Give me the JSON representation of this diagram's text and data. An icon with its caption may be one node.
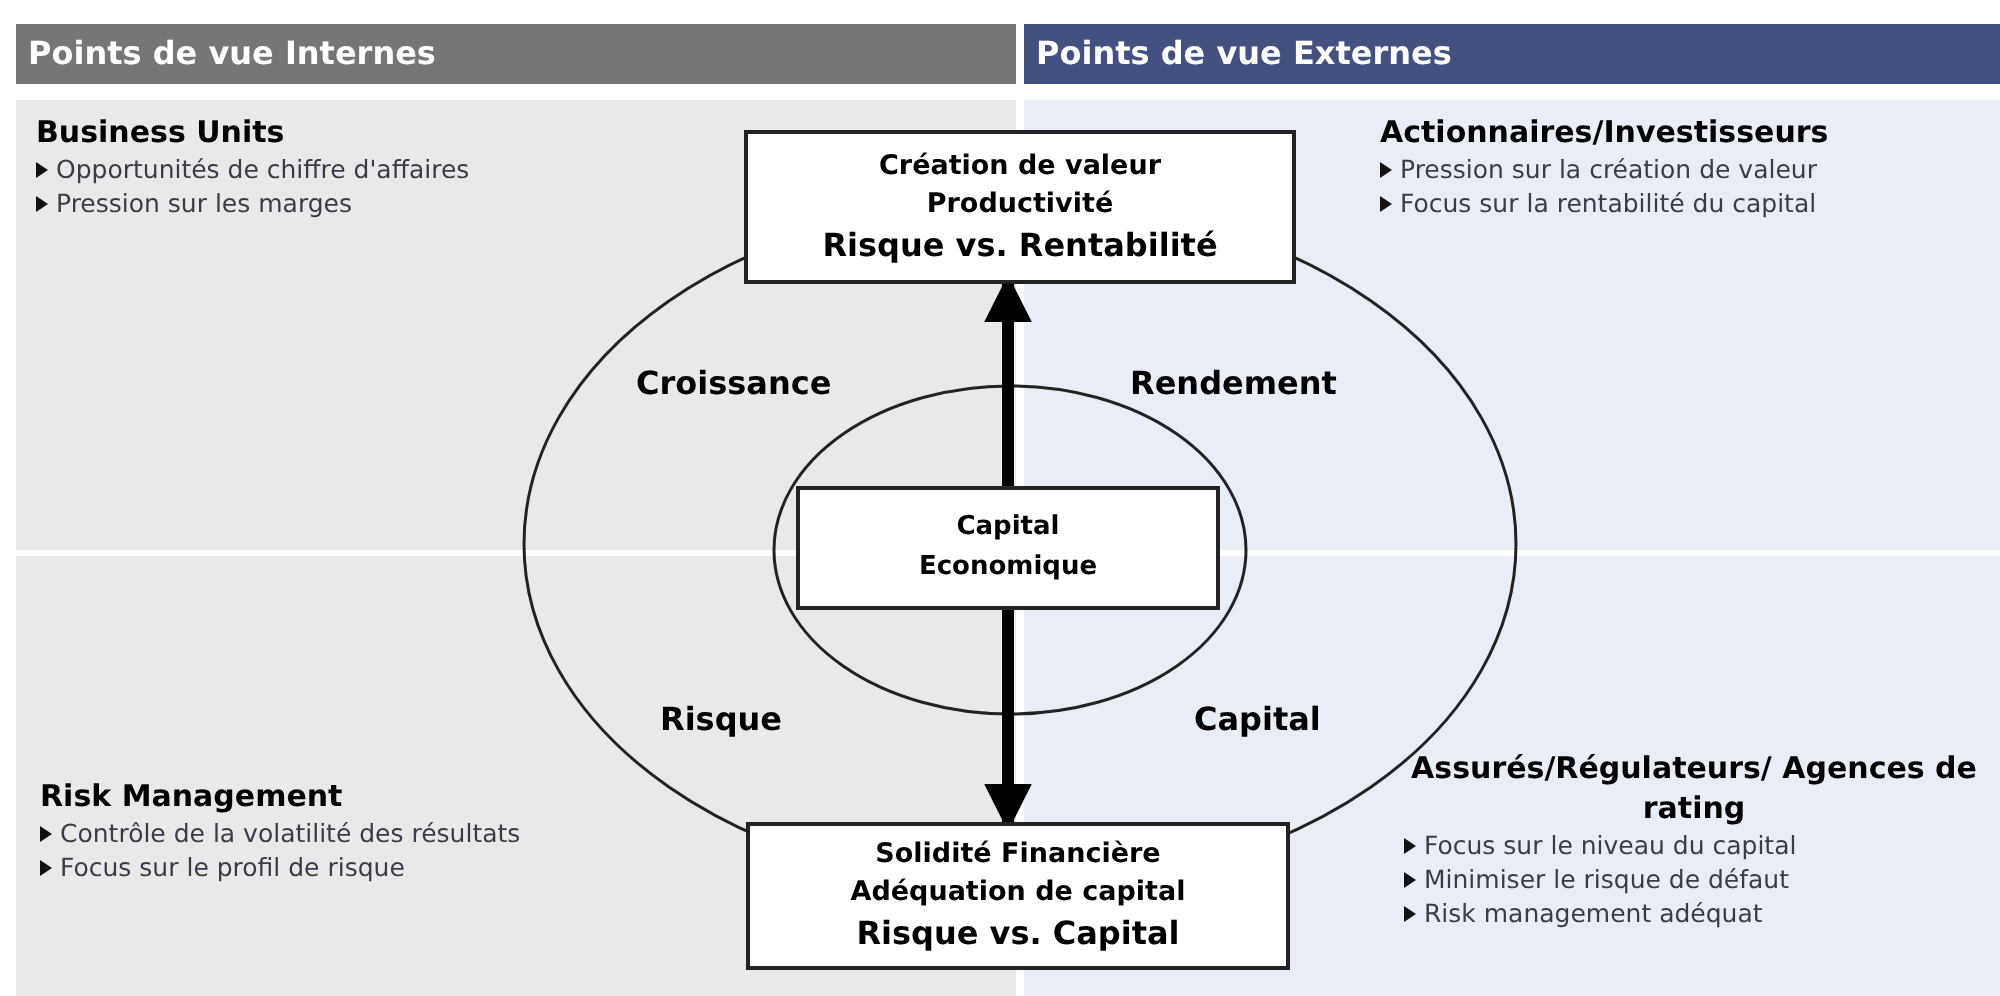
{
  "diagram": {
    "nodes": [
      {
        "text": [
          "Points de vue Internes"
        ]
      },
      {
        "text": [
          "Points de vue Externes"
        ]
      },
      {
        "text": [
          "Business Units",
          "Opportunités de chiffre d'affaires",
          "Pression sur les marges"
        ]
      },
      {
        "text": [
          "Actionnaires/Investisseurs",
          "Pression sur la création de valeur",
          "Focus sur la rentabilité du capital"
        ]
      },
      {
        "text": [
          "Risk Management",
          "Contrôle de la volatilité des résultats",
          "Focus sur le profil de risque"
        ]
      },
      {
        "text": [
          "Assurés/Régulateurs/ Agences de rating",
          "Focus sur le niveau du capital",
          "Minimiser le risque de défaut",
          "Risk management adéquat"
        ]
      },
      {
        "text": [
          "Création de valeur",
          "Productivité",
          "Risque vs. Rentabilité"
        ]
      },
      {
        "text": [
          "Capital Economique"
        ]
      },
      {
        "text": [
          "Solidité Financière",
          "Adéquation de capital",
          "Risque vs. Capital"
        ]
      }
    ],
    "edges": [
      {
        "from": 7,
        "to": 6,
        "arrow": "to"
      },
      {
        "from": 7,
        "to": 8,
        "arrow": "to"
      }
    ],
    "labels": [
      "Croissance",
      "Rendement",
      "Risque",
      "Capital"
    ]
  }
}
